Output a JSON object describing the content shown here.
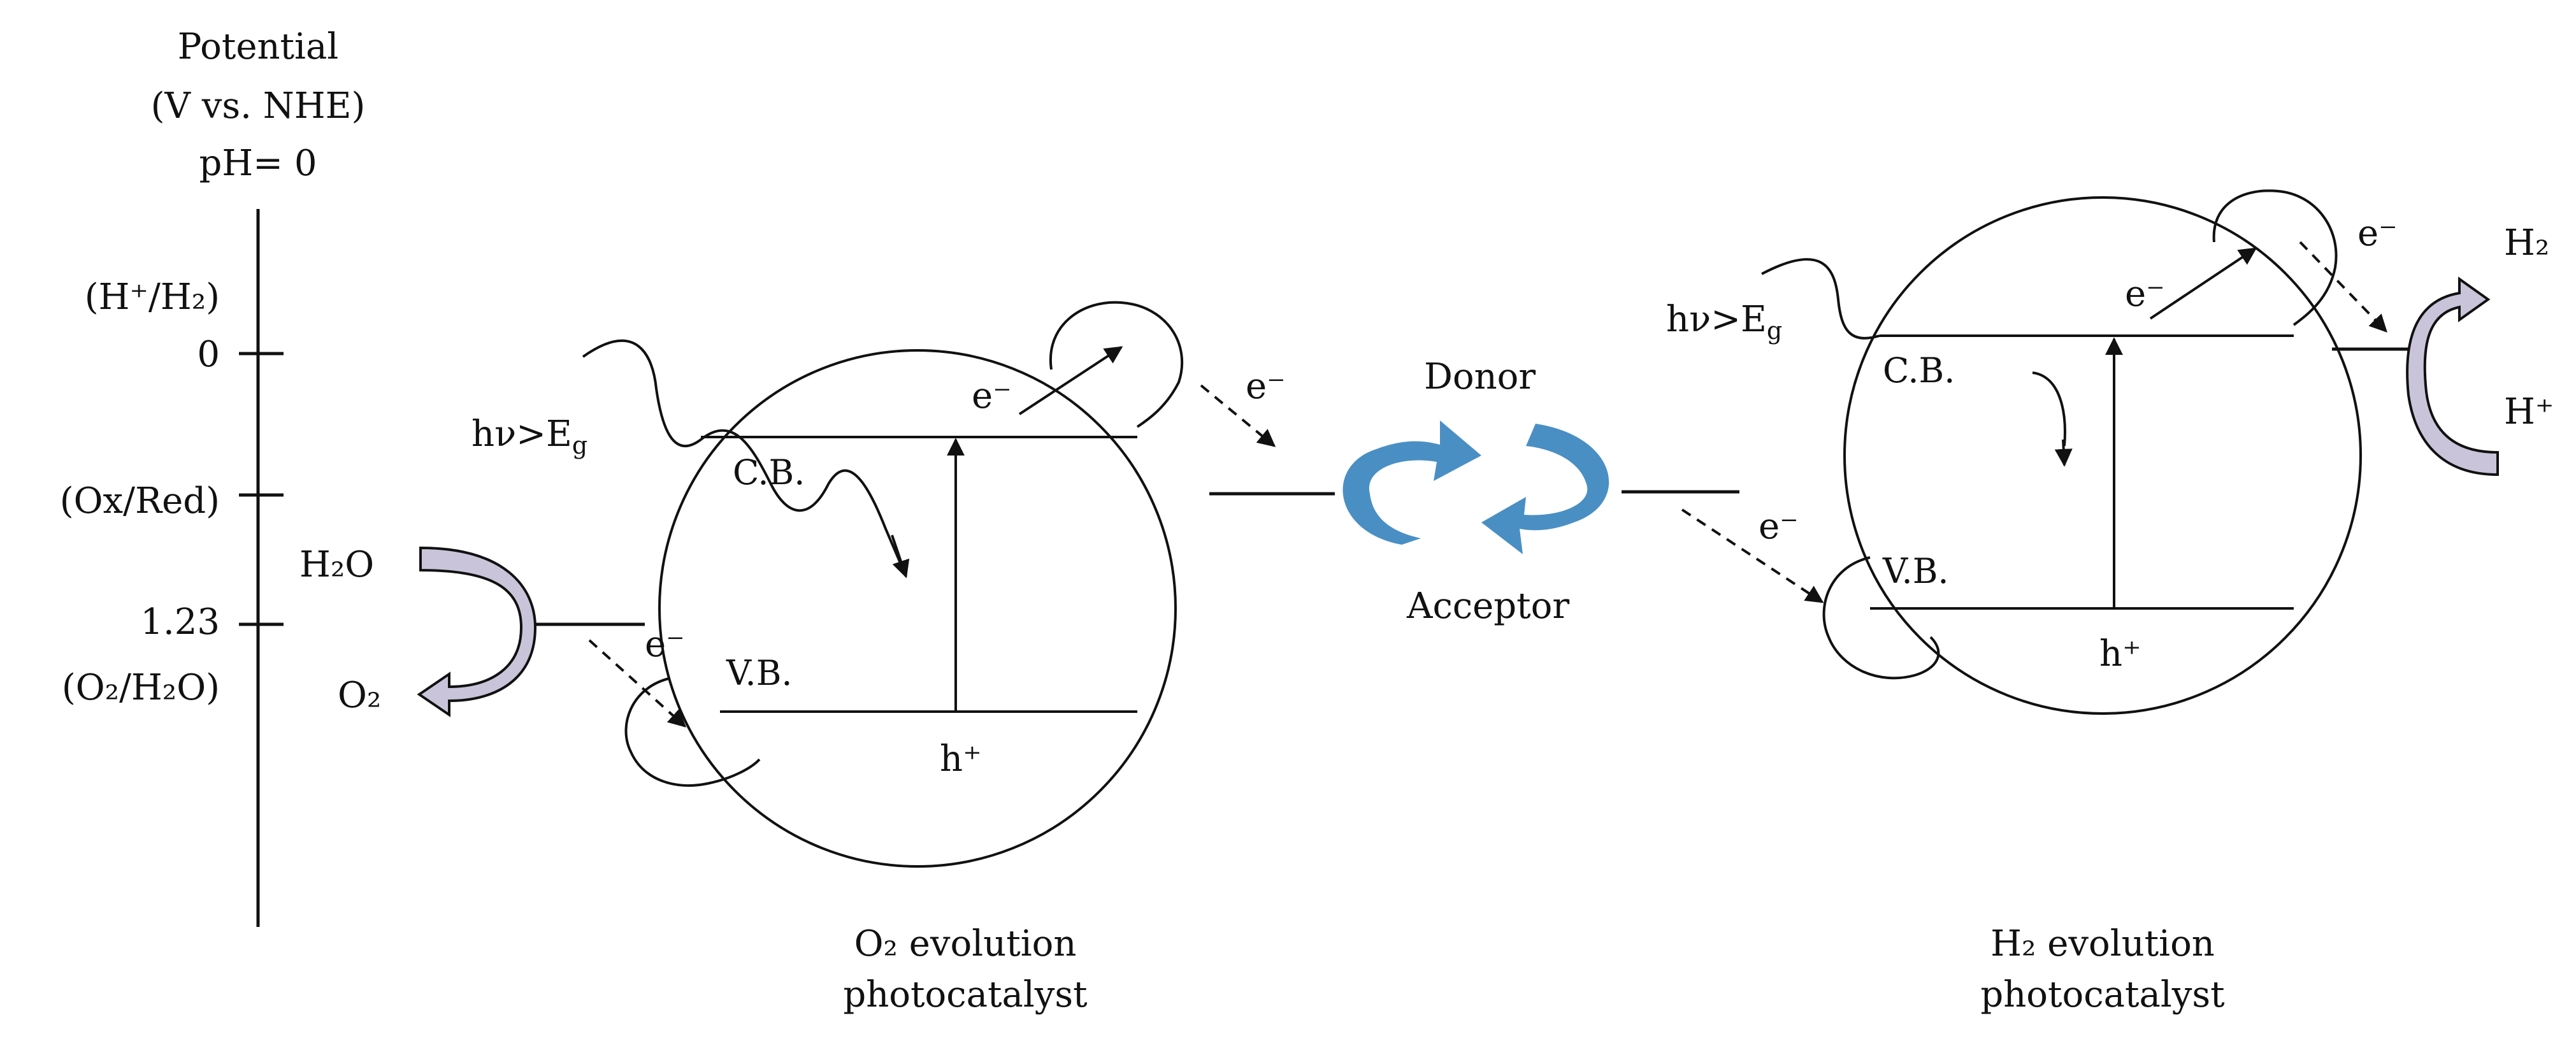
{
  "colors": {
    "ink": "#111111",
    "cycle_arrow": "#4a8fc4",
    "shade_fill": "#c9c4d9"
  },
  "potential_axis": {
    "title_line1": "Potential",
    "title_line2": "(V vs. NHE)",
    "title_line3": "pH= 0",
    "h_couple": "(H⁺/H₂)",
    "zero": "0",
    "oxred": "(Ox/Red)",
    "o2_value": "1.23",
    "o2_couple": "(O₂/H₂O)"
  },
  "left_catalyst": {
    "light": "hν>E",
    "light_sub": "g",
    "cb": "C.B.",
    "vb": "V.B.",
    "electron": "e⁻",
    "hole": "h⁺",
    "electron_transfer": "e⁻",
    "electron_vb": "e⁻",
    "reactant": "H₂O",
    "product": "O₂",
    "caption_line1": "O₂ evolution",
    "caption_line2": "photocatalyst"
  },
  "mediator": {
    "donor": "Donor",
    "acceptor": "Acceptor"
  },
  "right_catalyst": {
    "light": "hν>E",
    "light_sub": "g",
    "cb": "C.B.",
    "vb": "V.B.",
    "electron": "e⁻",
    "hole": "h⁺",
    "electron_transfer": "e⁻",
    "electron_cocat": "e⁻",
    "product": "H₂",
    "reactant": "H⁺",
    "caption_line1": "H₂ evolution",
    "caption_line2": "photocatalyst"
  }
}
